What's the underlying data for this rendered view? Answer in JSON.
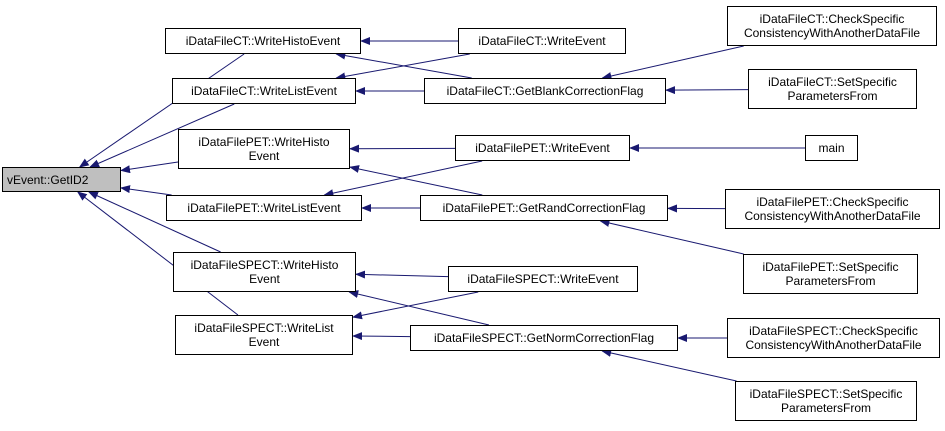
{
  "colors": {
    "edge": "#191970",
    "node_border": "#000000",
    "root_fill": "#bfbfbf",
    "node_fill": "#ffffff"
  },
  "nodes": {
    "root": {
      "lines": [
        "vEvent::GetID2"
      ]
    },
    "ct_write_histo": {
      "lines": [
        "iDataFileCT::WriteHistoEvent"
      ]
    },
    "ct_write_list": {
      "lines": [
        "iDataFileCT::WriteListEvent"
      ]
    },
    "pet_write_histo": {
      "lines": [
        "iDataFilePET::WriteHisto",
        "Event"
      ]
    },
    "pet_write_list": {
      "lines": [
        "iDataFilePET::WriteListEvent"
      ]
    },
    "spect_write_histo": {
      "lines": [
        "iDataFileSPECT::WriteHisto",
        "Event"
      ]
    },
    "spect_write_list": {
      "lines": [
        "iDataFileSPECT::WriteList",
        "Event"
      ]
    },
    "ct_write_event": {
      "lines": [
        "iDataFileCT::WriteEvent"
      ]
    },
    "ct_get_blank": {
      "lines": [
        "iDataFileCT::GetBlankCorrectionFlag"
      ]
    },
    "ct_check": {
      "lines": [
        "iDataFileCT::CheckSpecific",
        "ConsistencyWithAnotherDataFile"
      ]
    },
    "ct_set": {
      "lines": [
        "iDataFileCT::SetSpecific",
        "ParametersFrom"
      ]
    },
    "pet_write_event": {
      "lines": [
        "iDataFilePET::WriteEvent"
      ]
    },
    "main": {
      "lines": [
        "main"
      ]
    },
    "pet_get_rand": {
      "lines": [
        "iDataFilePET::GetRandCorrectionFlag"
      ]
    },
    "pet_check": {
      "lines": [
        "iDataFilePET::CheckSpecific",
        "ConsistencyWithAnotherDataFile"
      ]
    },
    "pet_set": {
      "lines": [
        "iDataFilePET::SetSpecific",
        "ParametersFrom"
      ]
    },
    "spect_write_event": {
      "lines": [
        "iDataFileSPECT::WriteEvent"
      ]
    },
    "spect_get_norm": {
      "lines": [
        "iDataFileSPECT::GetNormCorrectionFlag"
      ]
    },
    "spect_check": {
      "lines": [
        "iDataFileSPECT::CheckSpecific",
        "ConsistencyWithAnotherDataFile"
      ]
    },
    "spect_set": {
      "lines": [
        "iDataFileSPECT::SetSpecific",
        "ParametersFrom"
      ]
    }
  },
  "edges": [
    [
      "ct_write_histo",
      "root"
    ],
    [
      "ct_write_list",
      "root"
    ],
    [
      "pet_write_histo",
      "root"
    ],
    [
      "pet_write_list",
      "root"
    ],
    [
      "spect_write_histo",
      "root"
    ],
    [
      "spect_write_list",
      "root"
    ],
    [
      "ct_write_event",
      "ct_write_histo"
    ],
    [
      "ct_write_event",
      "ct_write_list"
    ],
    [
      "ct_get_blank",
      "ct_write_histo"
    ],
    [
      "ct_get_blank",
      "ct_write_list"
    ],
    [
      "ct_check",
      "ct_get_blank"
    ],
    [
      "ct_set",
      "ct_get_blank"
    ],
    [
      "pet_write_event",
      "pet_write_histo"
    ],
    [
      "pet_write_event",
      "pet_write_list"
    ],
    [
      "main",
      "pet_write_event"
    ],
    [
      "pet_get_rand",
      "pet_write_histo"
    ],
    [
      "pet_get_rand",
      "pet_write_list"
    ],
    [
      "pet_check",
      "pet_get_rand"
    ],
    [
      "pet_set",
      "pet_get_rand"
    ],
    [
      "spect_write_event",
      "spect_write_histo"
    ],
    [
      "spect_write_event",
      "spect_write_list"
    ],
    [
      "spect_get_norm",
      "spect_write_histo"
    ],
    [
      "spect_get_norm",
      "spect_write_list"
    ],
    [
      "spect_check",
      "spect_get_norm"
    ],
    [
      "spect_set",
      "spect_get_norm"
    ]
  ]
}
